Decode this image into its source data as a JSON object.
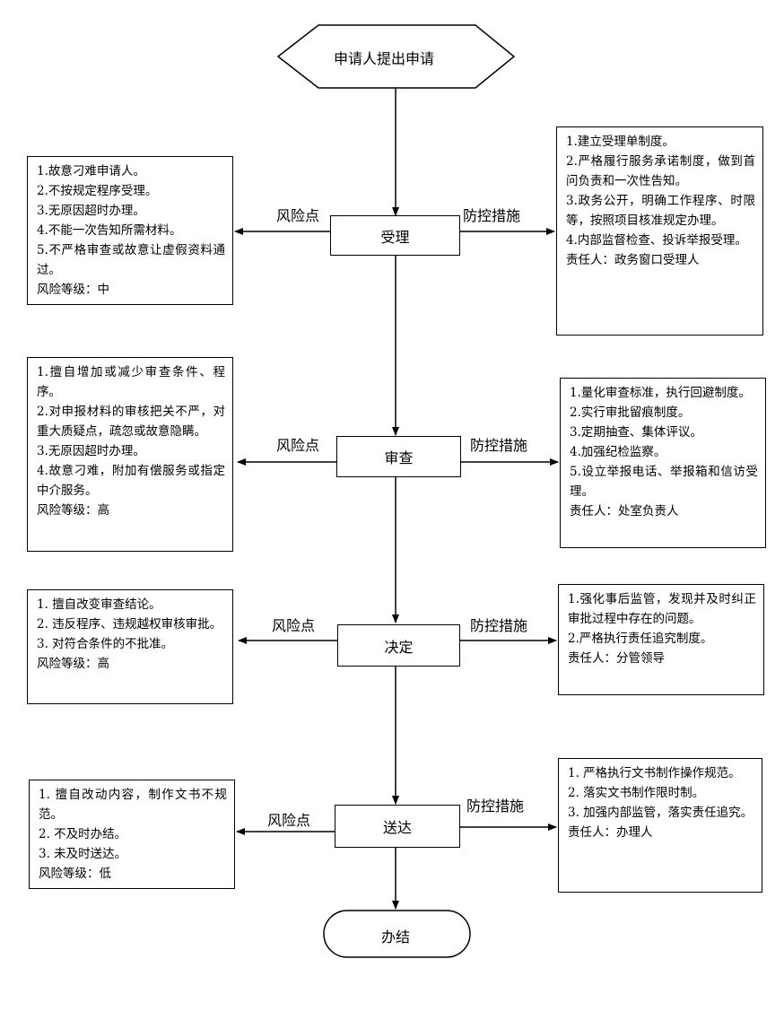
{
  "start": "申请人提出申请",
  "end": "办结",
  "risk_label": "风险点",
  "control_label": "防控措施",
  "stages": [
    {
      "name": "受理",
      "risks": [
        "1.故意刁难申请人。",
        "2.不按规定程序受理。",
        "3.无原因超时办理。",
        "4.不能一次告知所需材料。",
        "5.不严格审查或故意让虚假资料通过。",
        "风险等级：中"
      ],
      "controls": [
        "1.建立受理单制度。",
        "2.严格履行服务承诺制度，做到首问负责和一次性告知。",
        "3.政务公开，明确工作程序、时限等，按照项目核准规定办理。",
        "4.内部监督检查、投诉举报受理。",
        "责任人：政务窗口受理人"
      ]
    },
    {
      "name": "审查",
      "risks": [
        "1.擅自增加或减少审查条件、程序。",
        "2.对申报材料的审核把关不严，对重大质疑点，疏忽或故意隐瞒。",
        "3.无原因超时办理。",
        "4.故意刁难，附加有偿服务或指定中介服务。",
        "风险等级：高"
      ],
      "controls": [
        "1.量化审查标准，执行回避制度。",
        "2.实行审批留痕制度。",
        "3.定期抽查、集体评议。",
        "4.加强纪检监察。",
        "5.设立举报电话、举报箱和信访受理。",
        "责任人：处室负责人"
      ]
    },
    {
      "name": "决定",
      "risks": [
        "1. 擅自改变审查结论。",
        "2. 违反程序、违规越权审核审批。",
        "3. 对符合条件的不批准。",
        "风险等级：高"
      ],
      "controls": [
        "1.强化事后监管，发现并及时纠正审批过程中存在的问题。",
        "2.严格执行责任追究制度。",
        "责任人：分管领导"
      ]
    },
    {
      "name": "送达",
      "risks": [
        "1. 擅自改动内容，制作文书不规范。",
        "2. 不及时办结。",
        "3. 未及时送达。",
        "风险等级：低"
      ],
      "controls": [
        "1. 严格执行文书制作操作规范。",
        "2. 落实文书制作限时制。",
        "3. 加强内部监管，落实责任追究。",
        "责任人：办理人"
      ]
    }
  ]
}
